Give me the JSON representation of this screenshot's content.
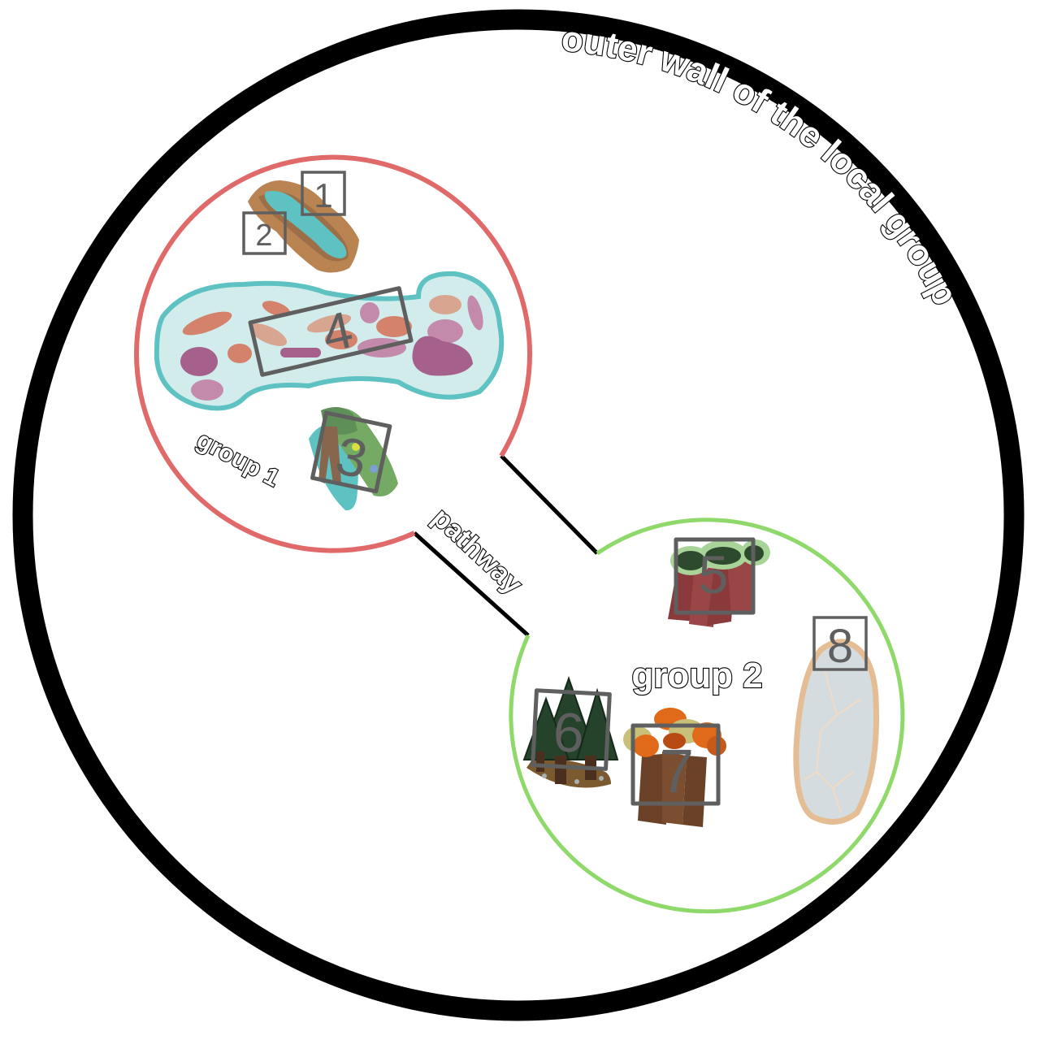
{
  "diagram": {
    "title": "outer wall of the local group",
    "colors": {
      "outer_wall": "#000000",
      "group1_wall": "#e06a6a",
      "group2_wall": "#8ed96a",
      "pathway_wall": "#000000",
      "marker": "#5f5f5f",
      "pond_water": "#5fc2c2",
      "pond_bank": "#b5845a",
      "coral_fill": "#d2ecec",
      "coral_border": "#5fc2c2",
      "coral_orange": "#d4826c",
      "coral_purple": "#a5608c",
      "coral_pink": "#c48aab",
      "egg_fill": "#d4dcdf",
      "egg_border": "#e4bd94"
    },
    "labels": {
      "outer_wall": "outer wall of the local group",
      "group1": "group 1",
      "group2": "group 2",
      "pathway": "pathway"
    },
    "groups": [
      {
        "name": "group 1",
        "wall_color": "#e06a6a",
        "items": [
          {
            "number": "1",
            "depicts": "pond-water"
          },
          {
            "number": "2",
            "depicts": "pond-bank"
          },
          {
            "number": "3",
            "depicts": "tree-grass-patch"
          },
          {
            "number": "4",
            "depicts": "coral-reef-pool"
          }
        ]
      },
      {
        "name": "group 2",
        "wall_color": "#8ed96a",
        "items": [
          {
            "number": "5",
            "depicts": "redwood-grove"
          },
          {
            "number": "6",
            "depicts": "pine-forest"
          },
          {
            "number": "7",
            "depicts": "autumn-trees"
          },
          {
            "number": "8",
            "depicts": "egg-pod"
          }
        ]
      }
    ],
    "markers": {
      "m1": "1",
      "m2": "2",
      "m3": "3",
      "m4": "4",
      "m5": "5",
      "m6": "6",
      "m7": "7",
      "m8": "8"
    }
  }
}
